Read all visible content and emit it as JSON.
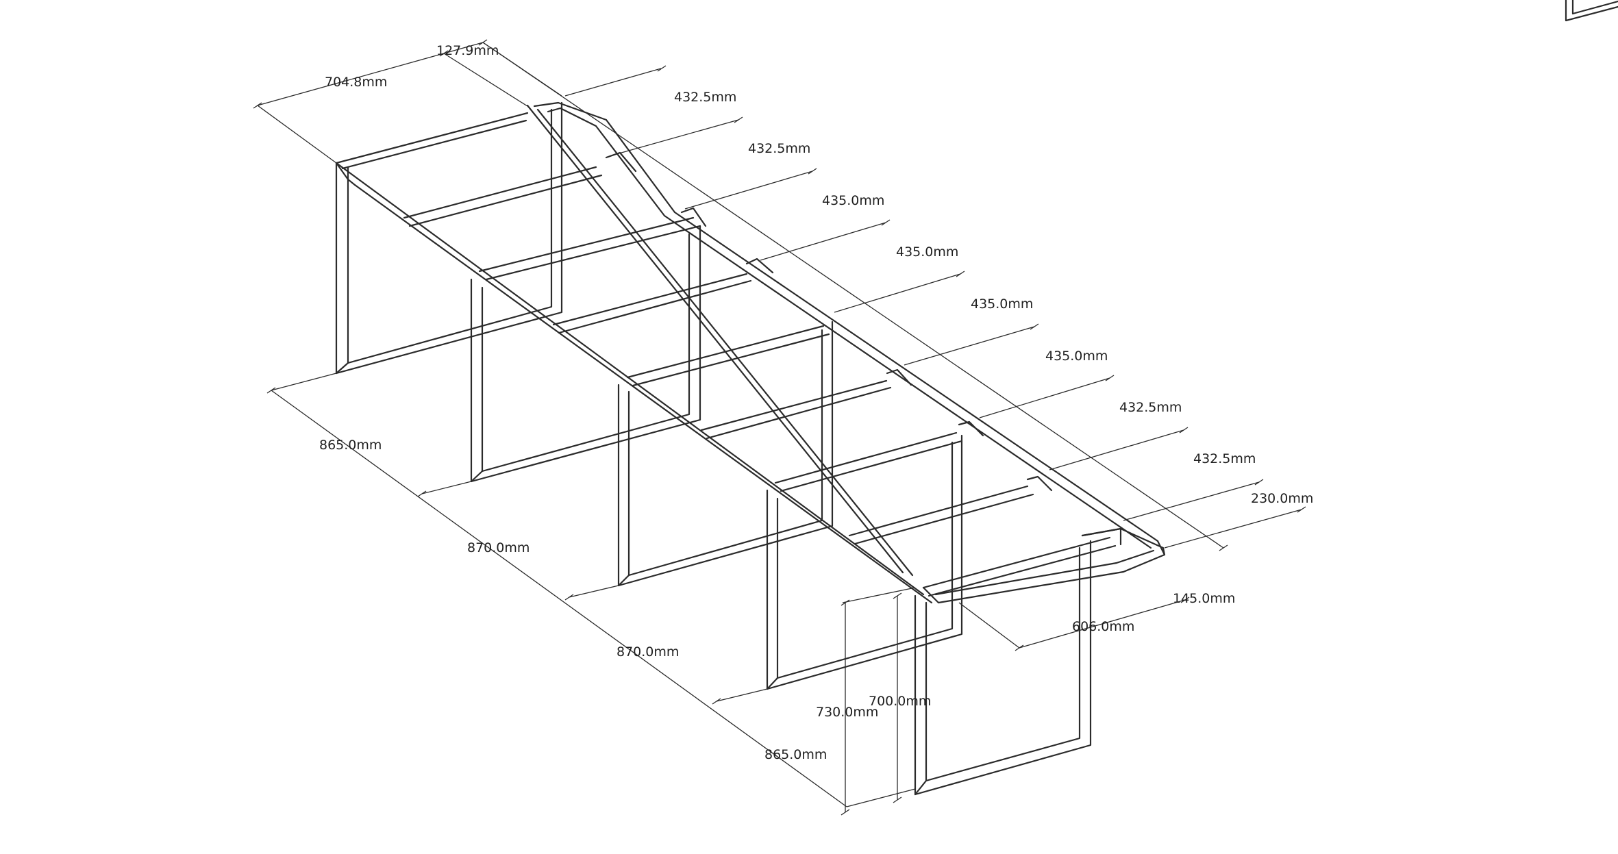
{
  "drawing": {
    "background": "#ffffff",
    "line_color": "#2b2b2b",
    "dimensions": [
      {
        "id": "dim-127-9",
        "label": "127.9mm"
      },
      {
        "id": "dim-704-8",
        "label": "704.8mm"
      },
      {
        "id": "dim-432-5-a",
        "label": "432.5mm"
      },
      {
        "id": "dim-432-5-b",
        "label": "432.5mm"
      },
      {
        "id": "dim-435-0-a",
        "label": "435.0mm"
      },
      {
        "id": "dim-435-0-b",
        "label": "435.0mm"
      },
      {
        "id": "dim-435-0-c",
        "label": "435.0mm"
      },
      {
        "id": "dim-435-0-d",
        "label": "435.0mm"
      },
      {
        "id": "dim-432-5-c",
        "label": "432.5mm"
      },
      {
        "id": "dim-432-5-d",
        "label": "432.5mm"
      },
      {
        "id": "dim-230-0",
        "label": "230.0mm"
      },
      {
        "id": "dim-145-0",
        "label": "145.0mm"
      },
      {
        "id": "dim-606-0",
        "label": "606.0mm"
      },
      {
        "id": "dim-865-0-a",
        "label": "865.0mm"
      },
      {
        "id": "dim-870-0-a",
        "label": "870.0mm"
      },
      {
        "id": "dim-870-0-b",
        "label": "870.0mm"
      },
      {
        "id": "dim-865-0-b",
        "label": "865.0mm"
      },
      {
        "id": "dim-730-0",
        "label": "730.0mm"
      },
      {
        "id": "dim-700-0",
        "label": "700.0mm"
      }
    ]
  }
}
